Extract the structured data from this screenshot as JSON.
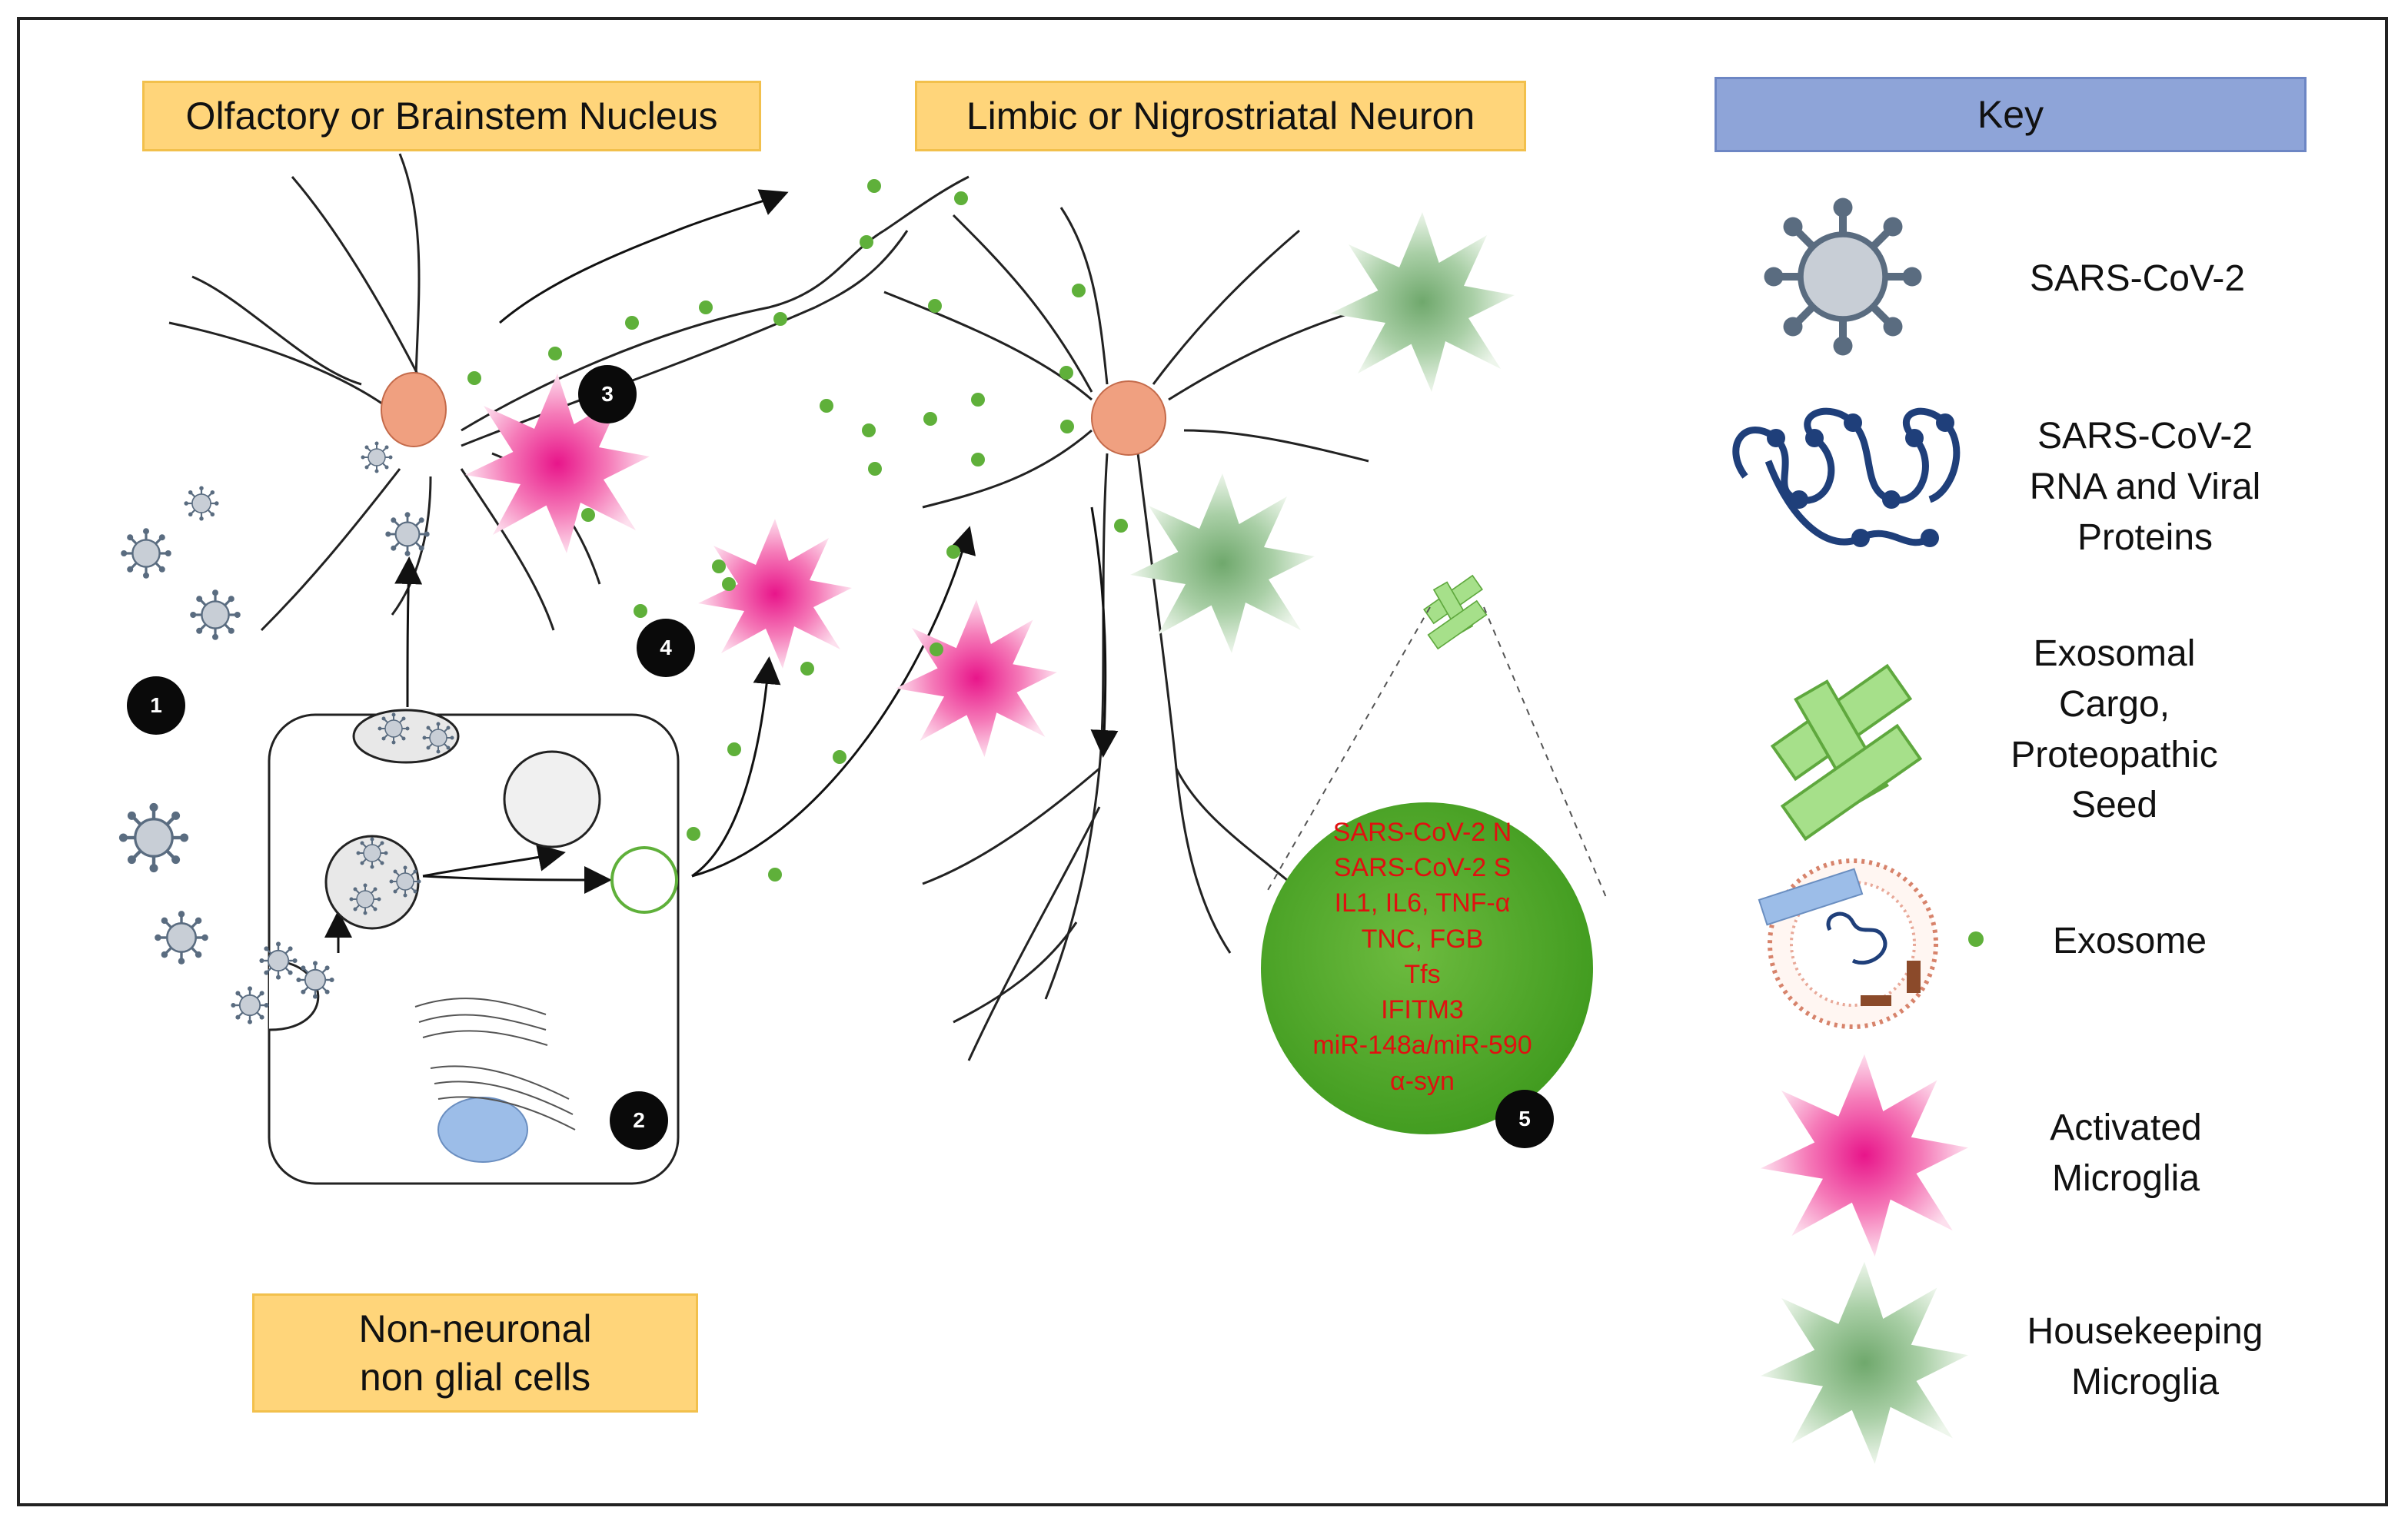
{
  "labels": {
    "olfactory": "Olfactory or Brainstem Nucleus",
    "limbic": "Limbic or Nigrostriatal Neuron",
    "non_neuronal_line1": "Non-neuronal",
    "non_neuronal_line2": "non glial cells",
    "key_title": "Key"
  },
  "steps": [
    "1",
    "2",
    "3",
    "4",
    "5"
  ],
  "cargo": [
    "SARS-CoV-2 N",
    "SARS-CoV-2 S",
    "IL1, IL6, TNF-α",
    "TNC, FGB",
    "Tfs",
    "IFITM3",
    "miR-148a/miR-590",
    "α-syn"
  ],
  "key": {
    "virus": "SARS-CoV-2",
    "rna_line1": "SARS-CoV-2",
    "rna_line2": "RNA and Viral",
    "rna_line3": "Proteins",
    "cargo_line1": "Exosomal",
    "cargo_line2": "Cargo,",
    "cargo_line3": "Proteopathic",
    "cargo_line4": "Seed",
    "exosome": "Exosome",
    "activated_line1": "Activated",
    "activated_line2": "Microglia",
    "housekeeping_line1": "Housekeeping",
    "housekeeping_line2": "Microglia"
  },
  "colors": {
    "label_fill": "#ffd57a",
    "key_fill": "#8ea4d8",
    "exosome_green": "#5fb03a",
    "microglia_pink": "#f06aa8",
    "microglia_green": "#9cc79a",
    "soma": "#f0a080",
    "virus_gray": "#5a6c80",
    "cargo_text": "#e01010"
  }
}
